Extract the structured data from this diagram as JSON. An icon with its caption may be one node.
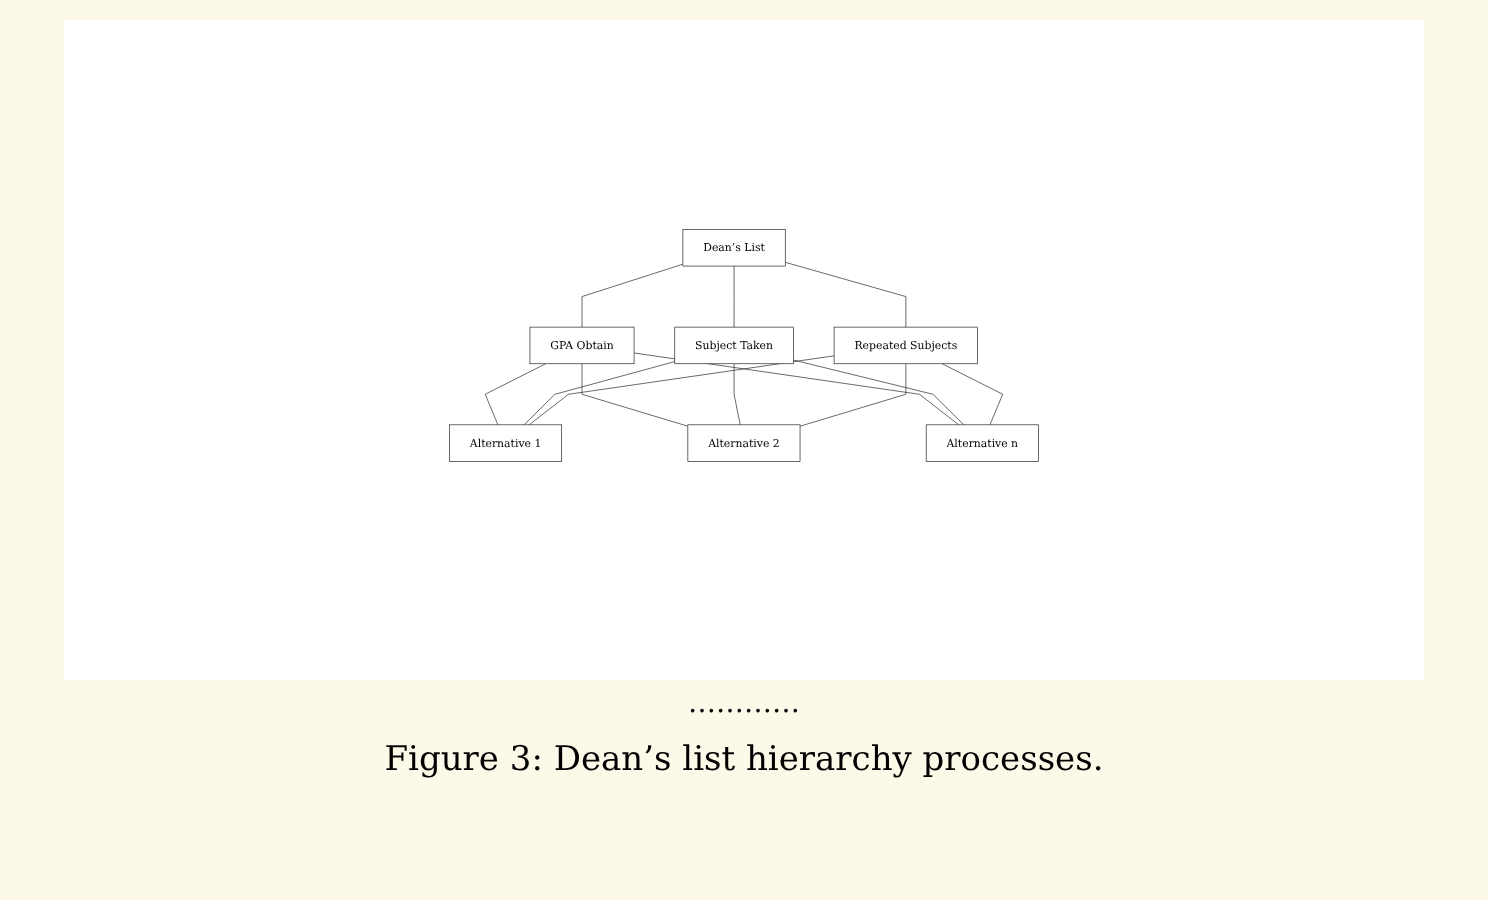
{
  "diagram": {
    "caption": "Figure 3: Dean’s list hierarchy processes.",
    "nodes": [
      {
        "text": [
          "Dean’s List"
        ]
      },
      {
        "text": [
          "GPA Obtain"
        ]
      },
      {
        "text": [
          "Subject Taken"
        ]
      },
      {
        "text": [
          "Repeated Subjects"
        ]
      },
      {
        "text": [
          "Alternative 1"
        ]
      },
      {
        "text": [
          "Alternative 2"
        ]
      },
      {
        "text": [
          "Alternative n"
        ]
      }
    ],
    "edges": [
      {
        "from": 0,
        "to": 1,
        "arrow": "none"
      },
      {
        "from": 0,
        "to": 2,
        "arrow": "none"
      },
      {
        "from": 0,
        "to": 3,
        "arrow": "none"
      },
      {
        "from": 1,
        "to": 4,
        "arrow": "none"
      },
      {
        "from": 1,
        "to": 5,
        "arrow": "none"
      },
      {
        "from": 1,
        "to": 6,
        "arrow": "none"
      },
      {
        "from": 2,
        "to": 4,
        "arrow": "none"
      },
      {
        "from": 2,
        "to": 5,
        "arrow": "none"
      },
      {
        "from": 2,
        "to": 6,
        "arrow": "none"
      },
      {
        "from": 3,
        "to": 4,
        "arrow": "none"
      },
      {
        "from": 3,
        "to": 5,
        "arrow": "none"
      },
      {
        "from": 3,
        "to": 6,
        "arrow": "none"
      }
    ],
    "labels": [
      "…………"
    ]
  }
}
